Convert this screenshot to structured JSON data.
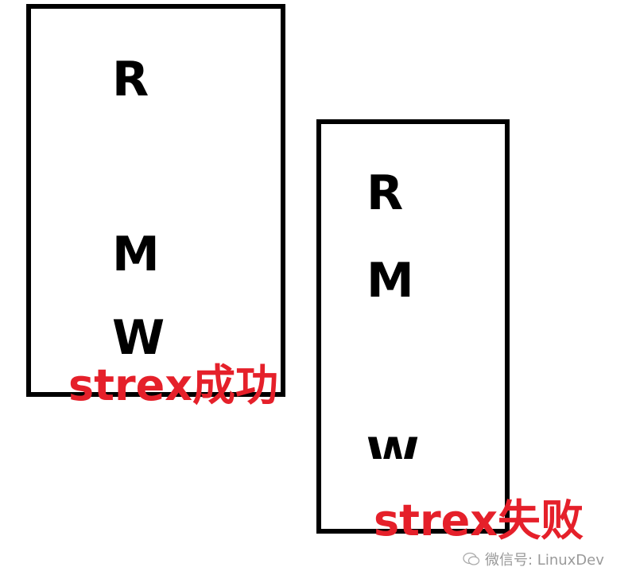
{
  "colors": {
    "label": "#e5202a",
    "box": "#000000",
    "watermark": "#9a9a9a"
  },
  "left_box": {
    "letters": [
      "R",
      "M",
      "W"
    ],
    "label": "strex成功"
  },
  "right_box": {
    "letters": [
      "R",
      "M",
      "W"
    ],
    "label": "strex失败"
  },
  "watermark": {
    "icon": "wechat-icon",
    "text": "微信号: LinuxDev"
  }
}
